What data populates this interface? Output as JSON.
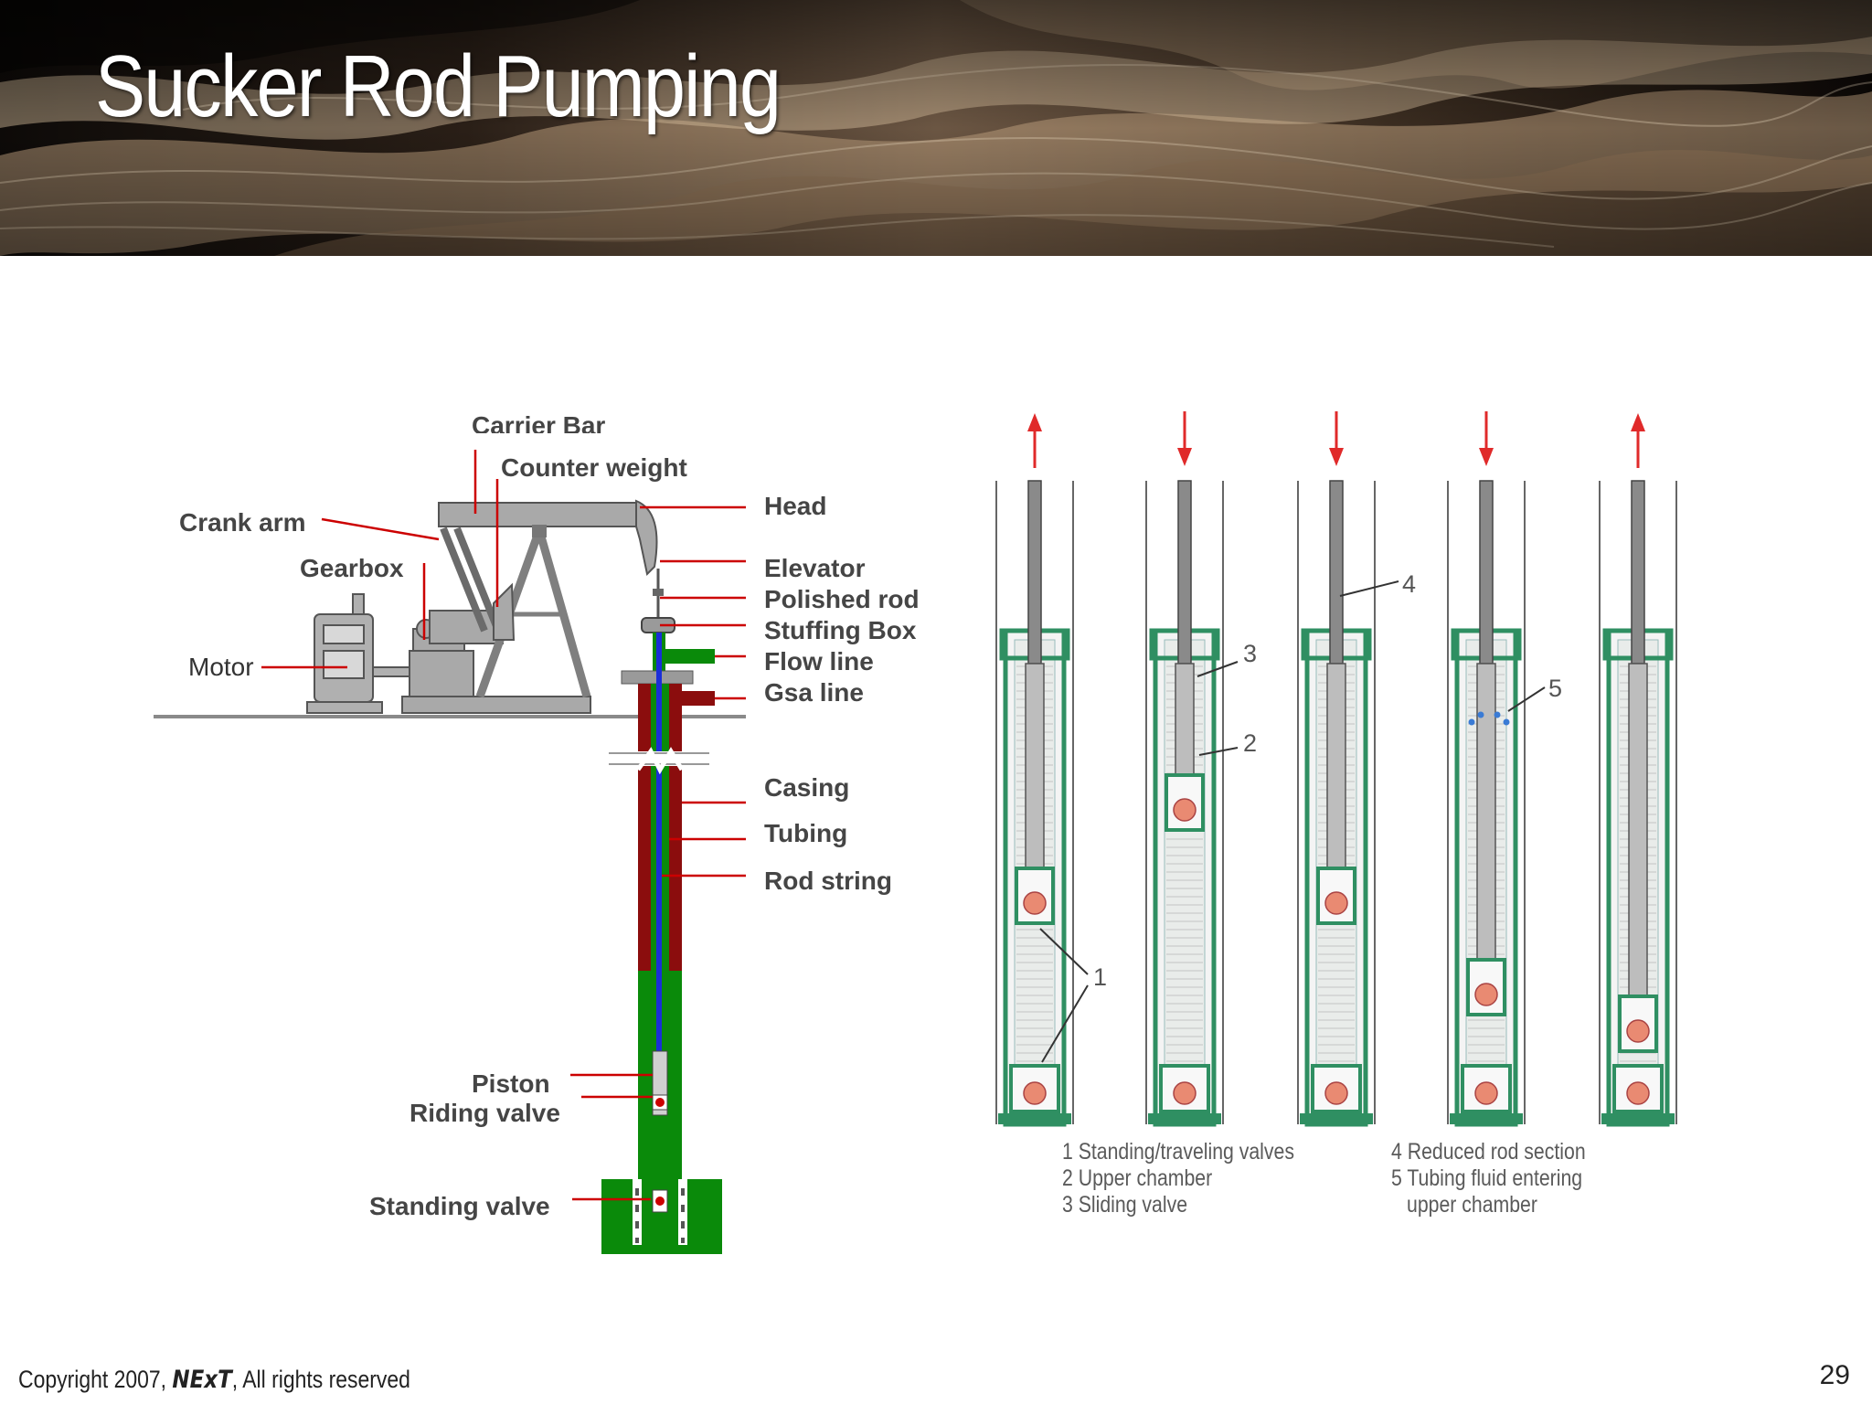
{
  "slide": {
    "title": "Sucker Rod Pumping",
    "page_number": "29",
    "footer": {
      "prefix": "Copyright 2007, ",
      "brand": "NExT",
      "suffix": ", All rights reserved"
    }
  },
  "pump_unit": {
    "labels": {
      "carrier_bar": "Carrier Bar",
      "counter_weight": "Counter weight",
      "crank_arm": "Crank arm",
      "gearbox": "Gearbox",
      "motor": "Motor",
      "head": "Head",
      "elevator": "Elevator",
      "polished_rod": "Polished rod",
      "stuffing_box": "Stuffing Box",
      "flow_line": "Flow line",
      "gsa_line": "Gsa line",
      "casing": "Casing",
      "tubing": "Tubing",
      "rod_string": "Rod string",
      "piston": "Piston",
      "riding_valve": "Riding valve",
      "standing_valve": "Standing valve"
    },
    "colors": {
      "casing": "#8b0d0d",
      "tubing": "#0a8a0a",
      "rod": "#1a2ed8",
      "leader": "#cc0000",
      "unit": "#a9a9a9"
    }
  },
  "pump_stages": {
    "callouts": [
      "1",
      "2",
      "3",
      "4",
      "5"
    ],
    "legend_left": [
      "1 Standing/traveling valves",
      "2 Upper chamber",
      "3 Sliding valve"
    ],
    "legend_right": [
      "4 Reduced rod section",
      "5 Tubing fluid entering",
      "upper chamber"
    ],
    "colors": {
      "barrel": "#2f8f62",
      "ball": "#e98a72",
      "arrow": "#e02a2a"
    }
  }
}
